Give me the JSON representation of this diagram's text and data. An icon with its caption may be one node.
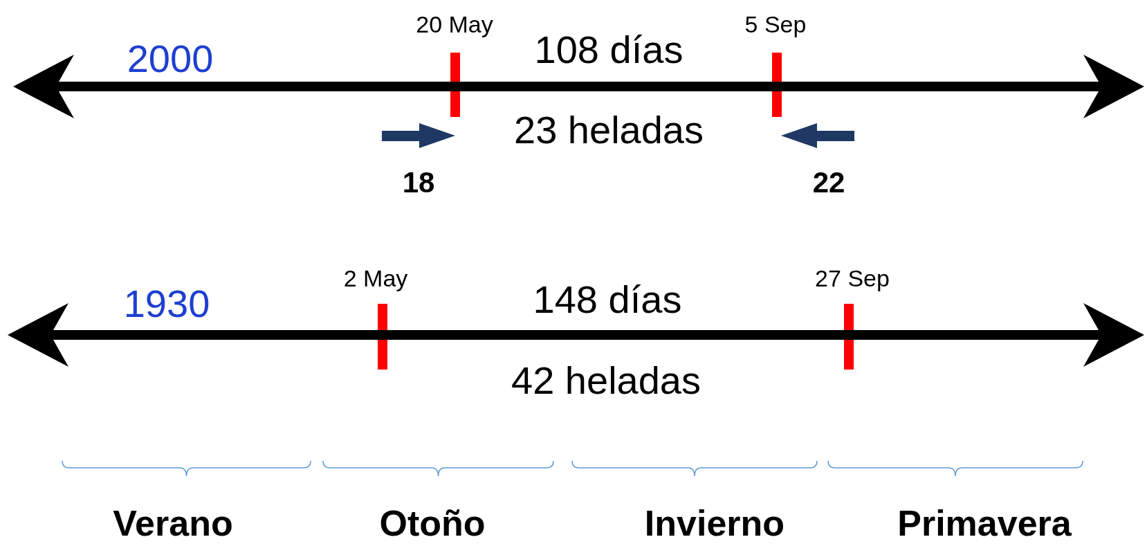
{
  "diagram": {
    "labels": [
      "20 May",
      "5 Sep",
      "2000",
      "108 días",
      "23 heladas",
      "18",
      "22",
      "2 May",
      "27 Sep",
      "1930",
      "148 días",
      "42 heladas",
      "Verano",
      "Otoño",
      "Invierno",
      "Primavera"
    ]
  }
}
